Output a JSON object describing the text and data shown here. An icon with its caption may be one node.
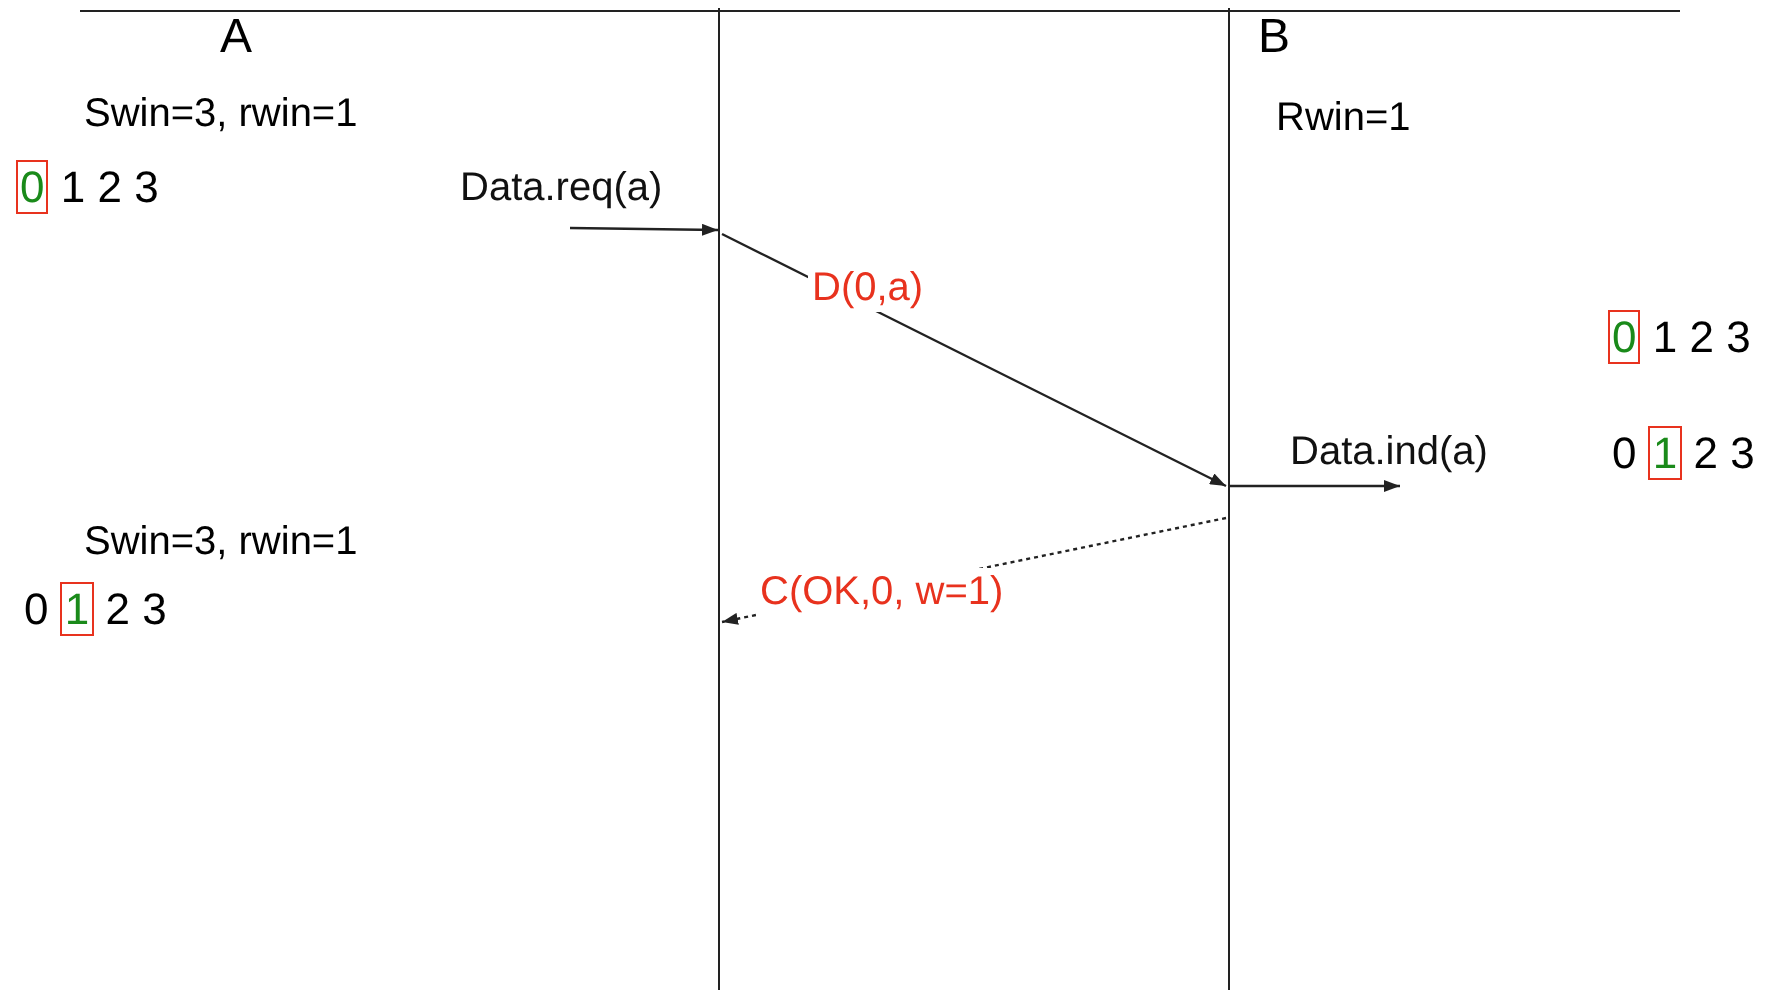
{
  "diagram": {
    "nodes": [
      {
        "text": [
          "A"
        ]
      },
      {
        "text": [
          "B"
        ]
      }
    ],
    "edges": [
      {
        "from": null,
        "to": 0,
        "arrow": "to",
        "label": "Data.req(a)"
      },
      {
        "from": 0,
        "to": 1,
        "arrow": "to",
        "label": "D(0,a)"
      },
      {
        "from": 1,
        "to": null,
        "arrow": "to",
        "label": "Data.ind(a)"
      },
      {
        "from": 1,
        "to": 0,
        "arrow": "to",
        "label": "C(OK,0, w=1)",
        "style": "dashed"
      }
    ],
    "labels": [
      "Swin=3, rwin=1",
      "Rwin=1",
      "0 1 2 3",
      "0 1 2 3",
      "0 1 2 3",
      "Swin=3, rwin=1",
      "0 1 2 3"
    ]
  }
}
